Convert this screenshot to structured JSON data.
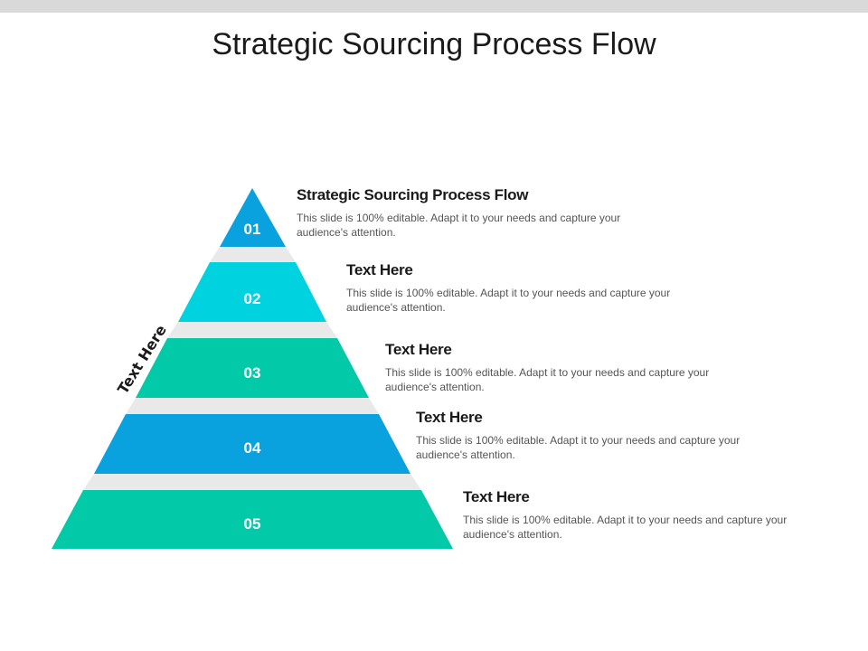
{
  "title": "Strategic Sourcing Process Flow",
  "side_label": "Text Here",
  "colors": {
    "tier_1": "#0aa1df",
    "tier_2": "#00d2e0",
    "tier_3": "#02c9a8",
    "tier_4": "#0aa1df",
    "tier_5": "#02c9a8",
    "gap": "#e9e9e9"
  },
  "tiers": [
    {
      "number": "01",
      "title": "Strategic Sourcing Process Flow",
      "desc": "This slide is 100% editable. Adapt it to your needs and capture your audience's attention."
    },
    {
      "number": "02",
      "title": "Text Here",
      "desc": "This slide is 100% editable. Adapt it to your needs and capture your audience's attention."
    },
    {
      "number": "03",
      "title": "Text Here",
      "desc": "This slide is 100% editable. Adapt it to your needs and capture your audience's attention."
    },
    {
      "number": "04",
      "title": "Text Here",
      "desc": "This slide is 100% editable. Adapt it to your needs and capture your audience's attention."
    },
    {
      "number": "05",
      "title": "Text Here",
      "desc": "This slide is 100% editable. Adapt it to your needs and capture your audience's attention."
    }
  ]
}
